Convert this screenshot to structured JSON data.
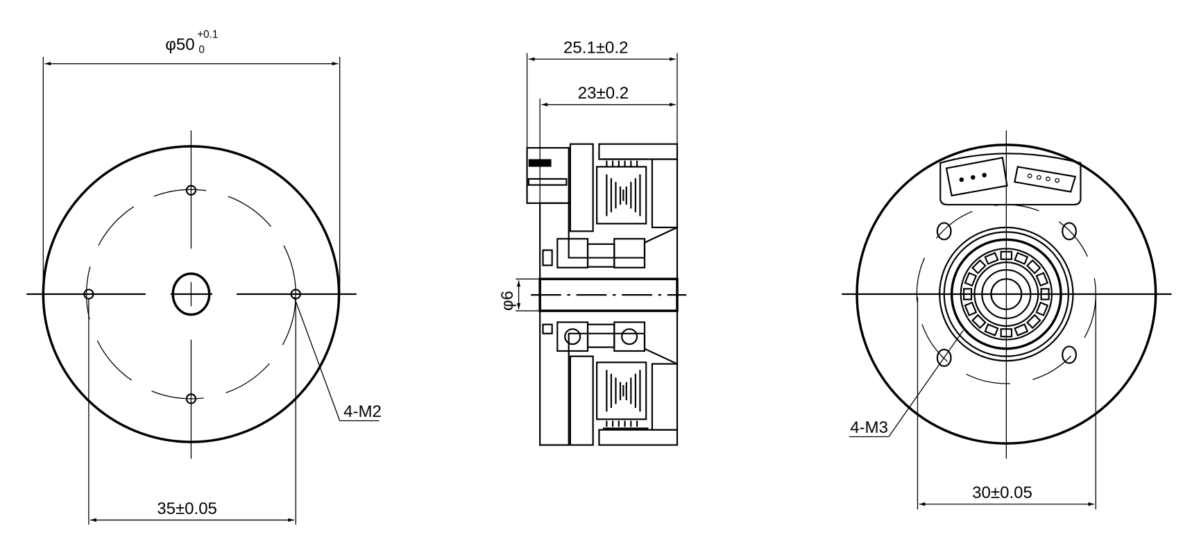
{
  "front_view": {
    "diameter_symbol": "φ50",
    "diameter_tol_upper": "+0.1",
    "diameter_tol_lower": "0",
    "hole_spacing": "35±0.05",
    "hole_callout": "4-M2"
  },
  "side_view": {
    "overall_length": "25.1±0.2",
    "body_length": "23±0.2",
    "shaft_diameter": "φ6"
  },
  "rear_view": {
    "hole_callout": "4-M3",
    "hole_spacing": "30±0.05"
  },
  "colors": {
    "line": "#000000",
    "background": "#ffffff"
  }
}
